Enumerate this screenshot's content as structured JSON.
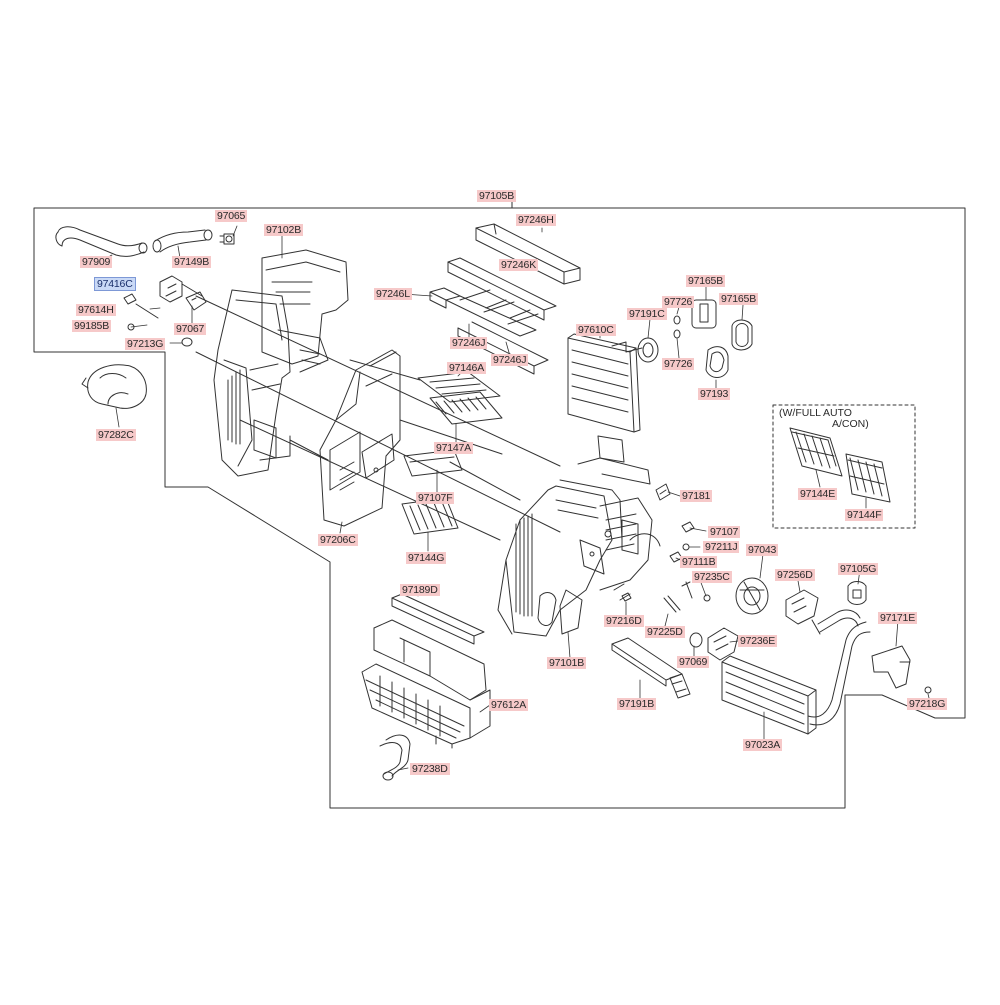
{
  "diagram": {
    "selected_part": "97416C",
    "labels": [
      {
        "id": "97105B",
        "text": "97105B"
      },
      {
        "id": "97065",
        "text": "97065"
      },
      {
        "id": "97102B",
        "text": "97102B"
      },
      {
        "id": "97246H",
        "text": "97246H"
      },
      {
        "id": "97909",
        "text": "97909"
      },
      {
        "id": "97149B",
        "text": "97149B"
      },
      {
        "id": "97246K",
        "text": "97246K"
      },
      {
        "id": "97416C",
        "text": "97416C"
      },
      {
        "id": "97246L",
        "text": "97246L"
      },
      {
        "id": "97165B_1",
        "text": "97165B"
      },
      {
        "id": "97726_1",
        "text": "97726"
      },
      {
        "id": "97165B_2",
        "text": "97165B"
      },
      {
        "id": "97614H",
        "text": "97614H"
      },
      {
        "id": "97191C",
        "text": "97191C"
      },
      {
        "id": "99185B",
        "text": "99185B"
      },
      {
        "id": "97067",
        "text": "97067"
      },
      {
        "id": "97610C",
        "text": "97610C"
      },
      {
        "id": "97213G",
        "text": "97213G"
      },
      {
        "id": "97246J_1",
        "text": "97246J"
      },
      {
        "id": "97246J_2",
        "text": "97246J"
      },
      {
        "id": "97726_2",
        "text": "97726"
      },
      {
        "id": "97146A",
        "text": "97146A"
      },
      {
        "id": "97193",
        "text": "97193"
      },
      {
        "id": "97282C",
        "text": "97282C"
      },
      {
        "id": "97147A",
        "text": "97147A"
      },
      {
        "id": "97181",
        "text": "97181"
      },
      {
        "id": "97144E",
        "text": "97144E"
      },
      {
        "id": "97144F",
        "text": "97144F"
      },
      {
        "id": "97107F",
        "text": "97107F"
      },
      {
        "id": "97107",
        "text": "97107"
      },
      {
        "id": "97211J",
        "text": "97211J"
      },
      {
        "id": "97206C",
        "text": "97206C"
      },
      {
        "id": "97144G",
        "text": "97144G"
      },
      {
        "id": "97043",
        "text": "97043"
      },
      {
        "id": "97111B",
        "text": "97111B"
      },
      {
        "id": "97105G",
        "text": "97105G"
      },
      {
        "id": "97256D",
        "text": "97256D"
      },
      {
        "id": "97235C",
        "text": "97235C"
      },
      {
        "id": "97189D",
        "text": "97189D"
      },
      {
        "id": "97216D",
        "text": "97216D"
      },
      {
        "id": "97225D",
        "text": "97225D"
      },
      {
        "id": "97236E",
        "text": "97236E"
      },
      {
        "id": "97171E",
        "text": "97171E"
      },
      {
        "id": "97101B",
        "text": "97101B"
      },
      {
        "id": "97069",
        "text": "97069"
      },
      {
        "id": "97612A",
        "text": "97612A"
      },
      {
        "id": "97191B",
        "text": "97191B"
      },
      {
        "id": "97218G",
        "text": "97218G"
      },
      {
        "id": "97023A",
        "text": "97023A"
      },
      {
        "id": "97238D",
        "text": "97238D"
      }
    ],
    "option_note": {
      "line1": "(W/FULL AUTO",
      "line2": "A/CON)"
    }
  }
}
